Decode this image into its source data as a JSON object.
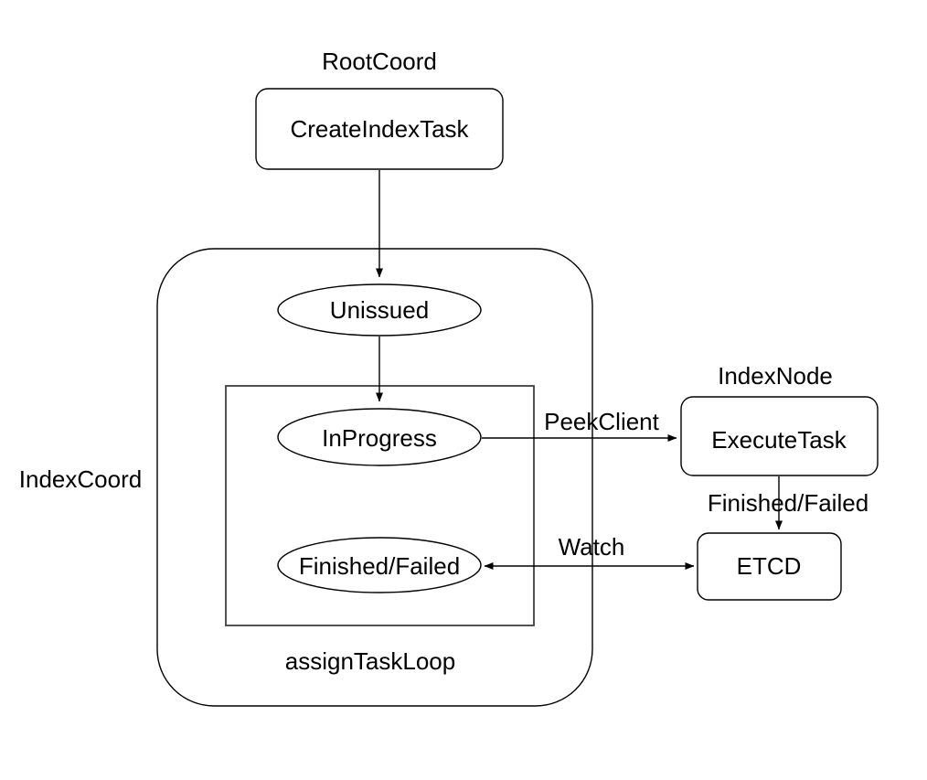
{
  "diagram": {
    "background_color": "#ffffff",
    "stroke_color": "#000000",
    "groups": {
      "root_coord_label": "RootCoord",
      "index_coord_label": "IndexCoord",
      "index_node_label": "IndexNode",
      "assign_task_loop_label": "assignTaskLoop"
    },
    "nodes": {
      "create_index_task": "CreateIndexTask",
      "unissued": "Unissued",
      "in_progress": "InProgress",
      "finished_failed": "Finished/Failed",
      "execute_task": "ExecuteTask",
      "etcd": "ETCD"
    },
    "edges": {
      "peek_client": "PeekClient",
      "finished_failed": "Finished/Failed",
      "watch": "Watch"
    }
  }
}
